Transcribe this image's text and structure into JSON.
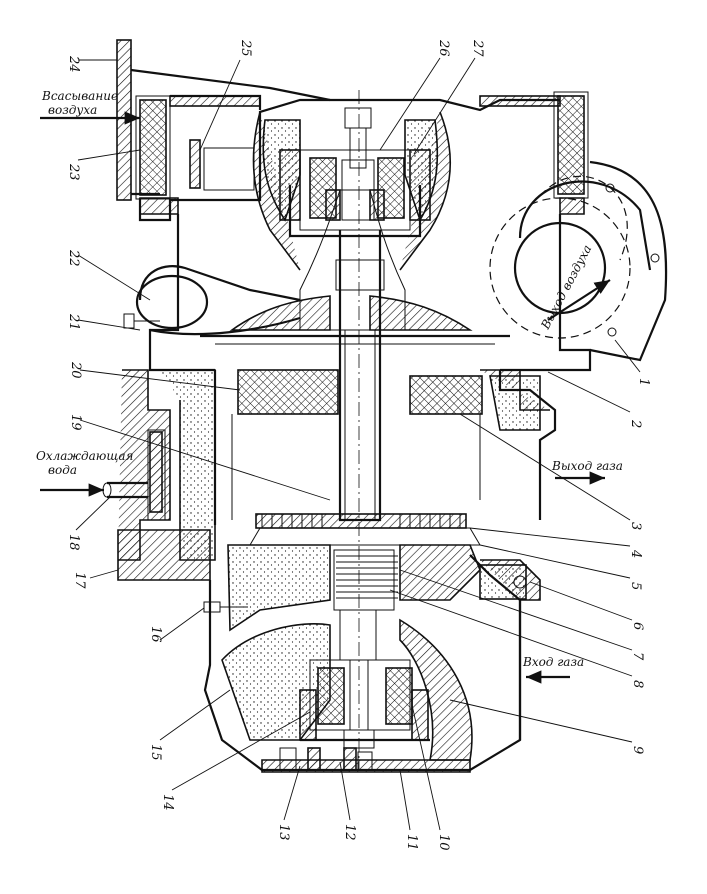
{
  "annotations": {
    "air_intake": [
      "Всасывание",
      "воздуха"
    ],
    "air_outlet": "Выход воздуха",
    "cooling_water": [
      "Охлаждающая",
      "вода"
    ],
    "gas_outlet": "Выход газа",
    "gas_inlet": "Вход газа"
  },
  "callouts": [
    "1",
    "2",
    "3",
    "4",
    "5",
    "6",
    "7",
    "8",
    "9",
    "10",
    "11",
    "12",
    "13",
    "14",
    "15",
    "16",
    "17",
    "18",
    "19",
    "20",
    "21",
    "22",
    "23",
    "24",
    "25",
    "26",
    "27"
  ],
  "colors": {
    "ink": "#111111",
    "paper": "#ffffff"
  }
}
